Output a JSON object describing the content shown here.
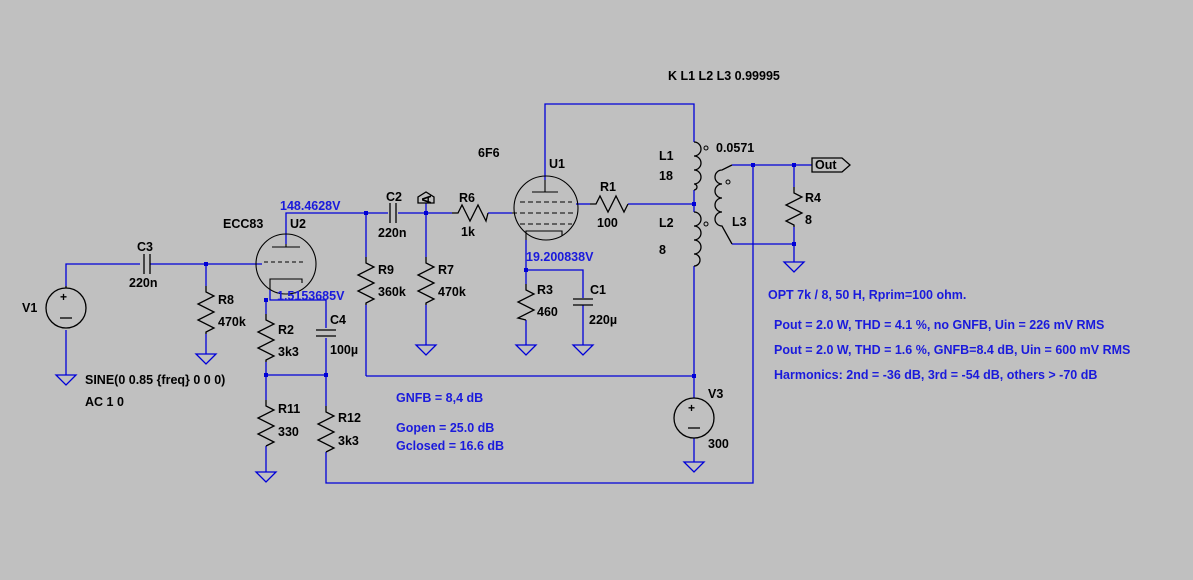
{
  "labels": {
    "coupling": "K L1 L2 L3 0.99995",
    "tube_6f6": "6F6",
    "u1": "U1",
    "tube_ecc83": "ECC83",
    "u2": "U2",
    "l1": "L1",
    "l1_val": "18",
    "l2": "L2",
    "l2_val": "8",
    "l3": "L3",
    "l3_val": "0.0571",
    "r1": "R1",
    "r1_val": "100",
    "r2": "R2",
    "r2_val": "3k3",
    "r3": "R3",
    "r3_val": "460",
    "r4": "R4",
    "r4_val": "8",
    "r6": "R6",
    "r6_val": "1k",
    "r7": "R7",
    "r7_val": "470k",
    "r8": "R8",
    "r8_val": "470k",
    "r9": "R9",
    "r9_val": "360k",
    "r11": "R11",
    "r11_val": "330",
    "r12": "R12",
    "r12_val": "3k3",
    "c1": "C1",
    "c1_val": "220µ",
    "c2": "C2",
    "c2_val": "220n",
    "c3": "C3",
    "c3_val": "220n",
    "c4": "C4",
    "c4_val": "100µ",
    "v1": "V1",
    "v1_sig": "SINE(0 0.85 {freq} 0 0 0)",
    "v1_ac": "AC 1 0",
    "v3": "V3",
    "v3_val": "300",
    "out": "Out",
    "probe_a": "A"
  },
  "node_voltages": {
    "u2_anode": "148.4628V",
    "u2_cathode": "1.5153685V",
    "u1_cathode": "19.200838V"
  },
  "notes": {
    "gnfb": "GNFB = 8,4 dB",
    "gopen": "Gopen = 25.0 dB",
    "gclosed": "Gclosed = 16.6 dB",
    "opt": "OPT 7k / 8, 50 H, Rprim=100 ohm.",
    "pout1": "Pout = 2.0 W, THD = 4.1 %, no GNFB, Uin = 226 mV RMS",
    "pout2": "Pout = 2.0 W, THD = 1.6 %, GNFB=8.4 dB, Uin = 600 mV RMS",
    "harmonics": "Harmonics: 2nd = -36 dB, 3rd = -54 dB, others > -70 dB"
  },
  "colors": {
    "background": "#c0c0c0",
    "wire": "#0000d8",
    "annotation": "#1a1adc",
    "component": "#000000"
  }
}
